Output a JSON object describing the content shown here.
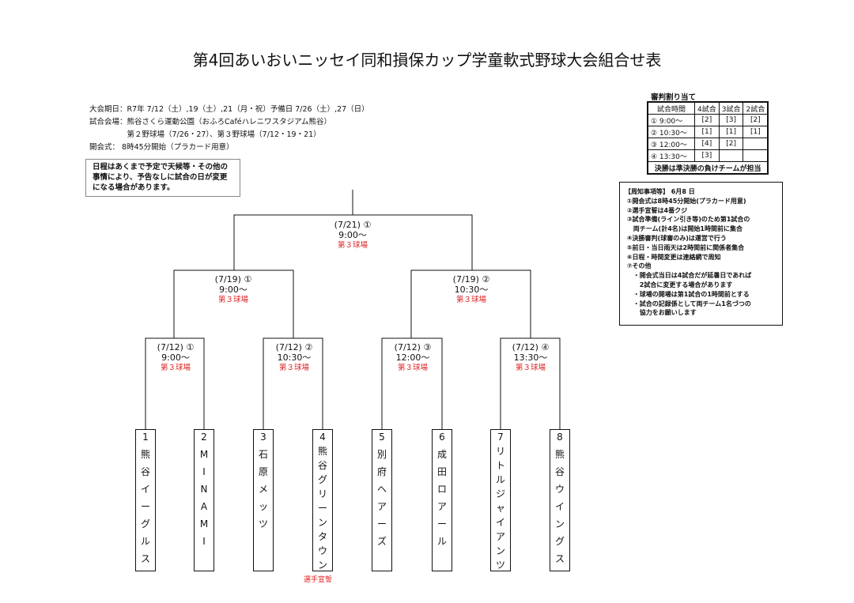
{
  "title": "第4回あいおいニッセイ同和損保カップ学童軟式野球大会組合せ表",
  "info": {
    "dates": "大会期日：R7年 7/12（土）,19（土）,21（月・祝）予備日 7/26（土）,27（日）",
    "venue": "試合会場：熊谷さくら運動公園（おふろCaféハレニワスタジアム熊谷）",
    "fields": "　　　　　第２野球場（7/26・27）、第３野球場（7/12・19・21）",
    "opening": "開会式： 8時45分開始（プラカード用意）"
  },
  "note": "日程はあくまで予定で天候等・その他の\n事情により、予告なしに試合の日が変更\nになる場合があります。",
  "referee": {
    "title": "審判割り当て",
    "headers": [
      "試合時間",
      "4試合",
      "3試合",
      "2試合"
    ],
    "rows": [
      {
        "time": "① 9:00〜",
        "c4": "[2]",
        "c3": "[3]",
        "c2": "[2]"
      },
      {
        "time": "② 10:30〜",
        "c4": "[1]",
        "c3": "[1]",
        "c2": "[1]"
      },
      {
        "time": "③ 12:00〜",
        "c4": "[4]",
        "c3": "[2]",
        "c2": ""
      },
      {
        "time": "④ 13:30〜",
        "c4": "[3]",
        "c3": "",
        "c2": ""
      }
    ],
    "footer": "決勝は準決勝の負けチームが担当"
  },
  "notice": "【周知事項等】 6月8 日\n ①開会式は8時45分開始(プラカード用意)\n ②選手宣誓は4番クジ\n ③試合準備(ライン引き等)のため第1試合の\n 　両チーム(計4名)は開始1時間前に集合\n ④決勝審判(球審のみ)は運営で行う\n ⑤前日・当日雨天は2時間前に関係者集合\n ⑥日程・時間変更は連絡網で周知\n ⑦その他\n 　・開会式当日は4試合だが延暑日であれば\n 　　2試合に変更する場合があります\n 　・球場の開場は第1試合の1時間前とする\n 　・試合の記録係として両チーム1名づつの\n 　　協力をお願いします",
  "matches": {
    "final": {
      "date": "(7/21) ①",
      "time": "9:00〜",
      "venue": "第３球場"
    },
    "semi1": {
      "date": "(7/19) ①",
      "time": "9:00〜",
      "venue": "第３球場"
    },
    "semi2": {
      "date": "(7/19) ②",
      "time": "10:30〜",
      "venue": "第３球場"
    },
    "r1": {
      "date": "(7/12) ①",
      "time": "9:00〜",
      "venue": "第３球場"
    },
    "r2": {
      "date": "(7/12) ②",
      "time": "10:30〜",
      "venue": "第３球場"
    },
    "r3": {
      "date": "(7/12) ③",
      "time": "12:00〜",
      "venue": "第３球場"
    },
    "r4": {
      "date": "(7/12) ④",
      "time": "13:30〜",
      "venue": "第３球場"
    }
  },
  "teams": [
    "1熊谷イーグルス",
    "2MINAMI",
    "3石原メッツ",
    "4熊谷グリーンタウン",
    "5別府ヘアーズ",
    "6成田ロアール",
    "7リトルジャイアンツ",
    "8熊谷ウイングス"
  ],
  "oath": "選手宣誓"
}
